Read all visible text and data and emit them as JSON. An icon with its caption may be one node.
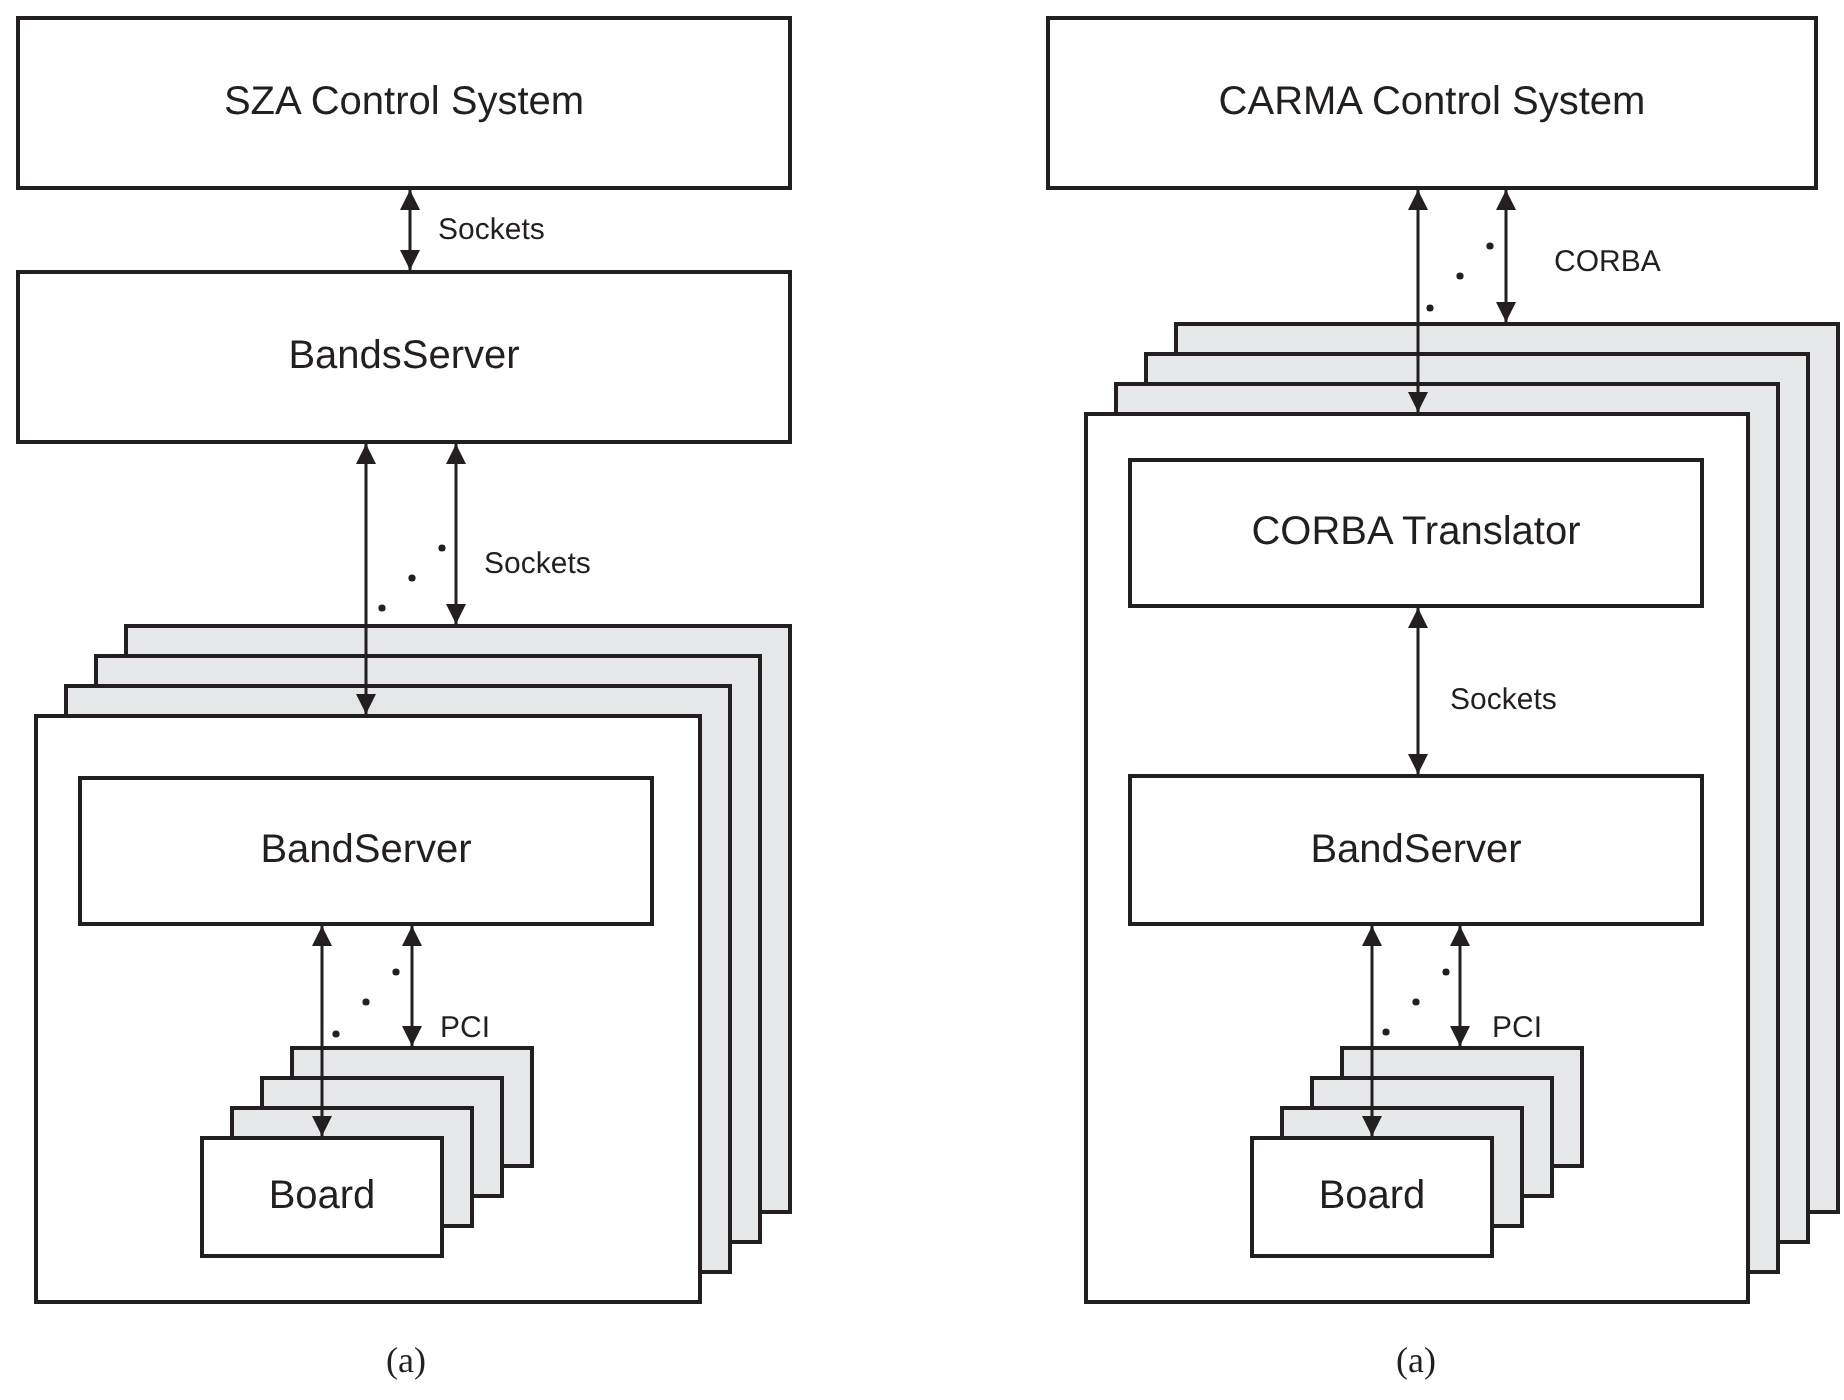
{
  "diagram": {
    "nodes": [
      {
        "text": [
          "SZA Control System"
        ]
      },
      {
        "text": [
          "BandsServer"
        ]
      },
      {
        "text": [],
        "shape": "box"
      },
      {
        "text": [
          "BandServer"
        ],
        "in": 2
      },
      {
        "text": [
          "Board"
        ]
      },
      {
        "text": [
          "CARMA Control System"
        ]
      },
      {
        "text": [],
        "shape": "box"
      },
      {
        "text": [
          "CORBA Translator"
        ],
        "in": 6
      },
      {
        "text": [
          "BandServer"
        ],
        "in": 6
      },
      {
        "text": [
          "Board"
        ]
      }
    ],
    "edges": [
      {
        "from": 0,
        "to": 1,
        "arrow": "both",
        "label": "Sockets"
      },
      {
        "from": 1,
        "to": 2,
        "arrow": "both"
      },
      {
        "from": 1,
        "to": 2,
        "arrow": "both",
        "label": "Sockets"
      },
      {
        "from": 3,
        "to": 4,
        "arrow": "both"
      },
      {
        "from": 3,
        "to": 4,
        "arrow": "both",
        "label": "PCI"
      },
      {
        "from": 5,
        "to": 6,
        "arrow": "both"
      },
      {
        "from": 5,
        "to": 6,
        "arrow": "both",
        "label": "CORBA"
      },
      {
        "from": 7,
        "to": 8,
        "arrow": "both",
        "label": "Sockets"
      },
      {
        "from": 8,
        "to": 9,
        "arrow": "both"
      },
      {
        "from": 8,
        "to": 9,
        "arrow": "both",
        "label": "PCI"
      }
    ],
    "labels": [
      "(a)",
      "(a)"
    ]
  }
}
